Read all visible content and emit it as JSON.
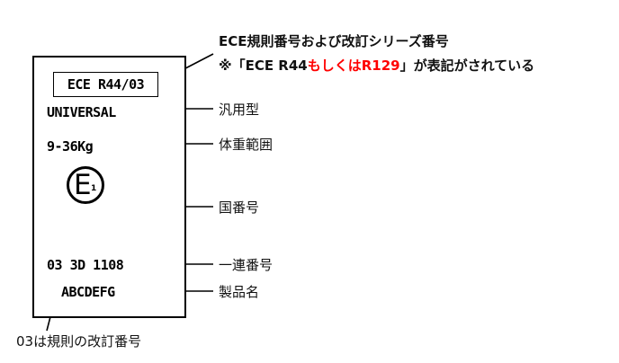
{
  "label": {
    "regulation": "ECE R44/03",
    "category": "UNIVERSAL",
    "weight": "9-36Kg",
    "e_mark_letter": "E",
    "e_mark_number": "1",
    "serial": "03 3D 1108",
    "product": "ABCDEFG"
  },
  "annotations": {
    "regulation_title": "ECE規則番号および改訂シリーズ番号",
    "note_prefix": "※「ECE R44",
    "note_red": "もしくはR129",
    "note_suffix": "」が表記がされている",
    "category": "汎用型",
    "weight": "体重範囲",
    "country": "国番号",
    "serial": "一連番号",
    "product": "製品名",
    "revision": "03は規則の改訂番号"
  },
  "colors": {
    "ink": "#000000",
    "highlight": "#ff0000"
  }
}
